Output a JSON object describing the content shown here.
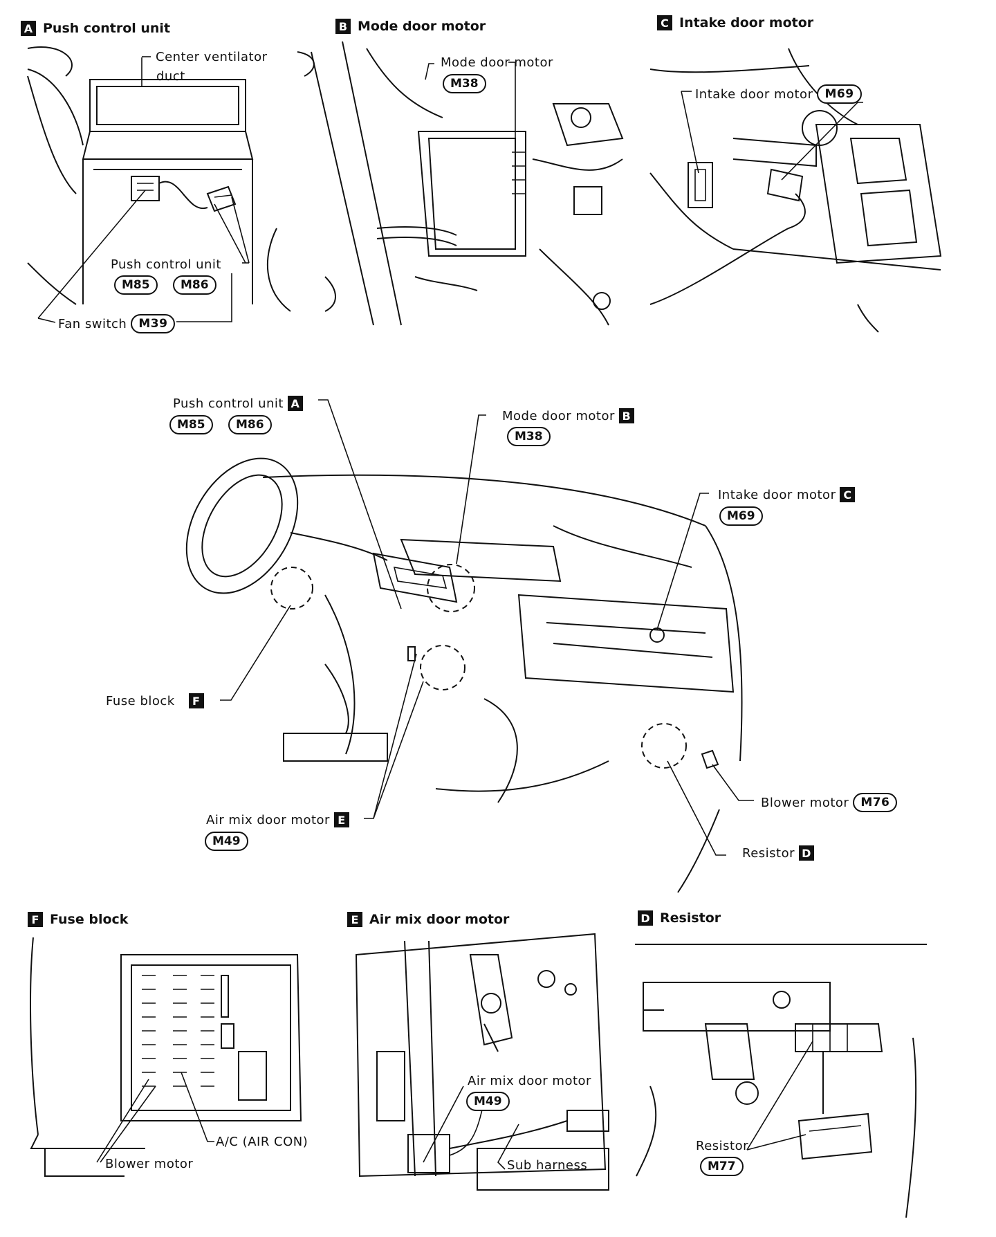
{
  "panels": {
    "A": {
      "letter": "A",
      "title": "Push control unit"
    },
    "B": {
      "letter": "B",
      "title": "Mode door motor"
    },
    "C": {
      "letter": "C",
      "title": "Intake door motor"
    },
    "D": {
      "letter": "D",
      "title": "Resistor"
    },
    "E": {
      "letter": "E",
      "title": "Air mix door motor"
    },
    "F": {
      "letter": "F",
      "title": "Fuse block"
    }
  },
  "panel_a": {
    "center_vent": "Center ventilator",
    "duct": "duct",
    "push_control_unit": "Push control unit",
    "m85": "M85",
    "m86": "M86",
    "fan_switch": "Fan switch",
    "m39": "M39"
  },
  "panel_b": {
    "mode_door_motor": "Mode door motor",
    "m38": "M38"
  },
  "panel_c": {
    "intake_door_motor": "Intake door motor",
    "m69": "M69"
  },
  "overview": {
    "push_control_unit": "Push control unit",
    "letter_a": "A",
    "m85": "M85",
    "m86": "M86",
    "mode_door_motor": "Mode door motor",
    "letter_b": "B",
    "m38": "M38",
    "intake_door_motor": "Intake door motor",
    "letter_c": "C",
    "m69": "M69",
    "fuse_block": "Fuse block",
    "letter_f": "F",
    "air_mix_door_motor": "Air mix door motor",
    "letter_e": "E",
    "m49": "M49",
    "blower_motor": "Blower motor",
    "m76": "M76",
    "resistor": "Resistor",
    "letter_d": "D"
  },
  "panel_f": {
    "ac_air_con": "A/C (AIR CON)",
    "blower_motor": "Blower motor"
  },
  "panel_e": {
    "air_mix_door_motor": "Air mix door motor",
    "m49": "M49",
    "sub_harness": "Sub harness"
  },
  "panel_d": {
    "resistor": "Resistor",
    "m77": "M77"
  }
}
